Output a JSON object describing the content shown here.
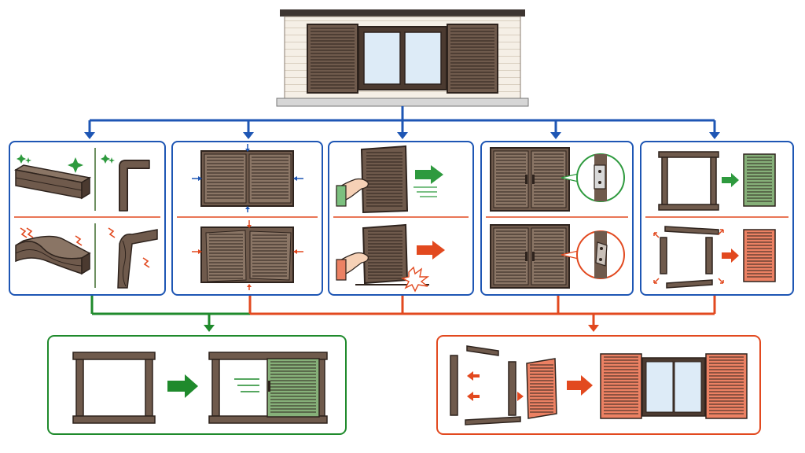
{
  "colors": {
    "blue": "#1e56b4",
    "green": "#1f8a2c",
    "red": "#e2491f",
    "wood": "#6f5a4c",
    "wood_dark": "#3b2e27",
    "glass": "#ddebf7",
    "green_fill": "#86b079",
    "red_fill": "#ec8163",
    "siding": "#f5efe6"
  },
  "diagram": {
    "top": {
      "name": "house-window-with-shutters",
      "icon": "house-window-icon"
    },
    "panels": [
      {
        "name": "panel-frame-condition",
        "ok_icon": "straight-rail-sparkle-icon",
        "bad_icon": "warped-rail-damage-icon"
      },
      {
        "name": "panel-shutter-fit",
        "ok_icon": "fitted-shutters-icon",
        "bad_icon": "gapped-shutters-icon"
      },
      {
        "name": "panel-slide-test",
        "ok_icon": "smooth-slide-icon",
        "bad_icon": "stuck-slide-icon"
      },
      {
        "name": "panel-hinge-check",
        "ok_icon": "good-hinge-icon",
        "bad_icon": "broken-hinge-icon"
      },
      {
        "name": "panel-frame-assembly",
        "ok_icon": "intact-frame-icon",
        "bad_icon": "disassembled-frame-icon"
      }
    ],
    "outcomes": [
      {
        "name": "outcome-repair-keep",
        "status": "ok",
        "icon": "frame-install-shutter-icon"
      },
      {
        "name": "outcome-full-replace",
        "status": "bad",
        "icon": "rebuild-window-icon"
      }
    ]
  }
}
